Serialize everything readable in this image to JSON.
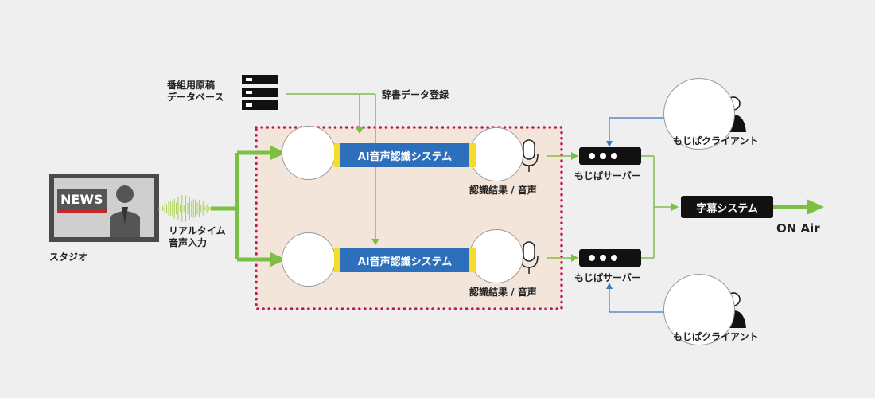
{
  "labels": {
    "database": [
      "番組用原稿",
      "データベース"
    ],
    "dictionary": "辞書データ登録",
    "studio": "スタジオ",
    "realtime": [
      "リアルタイム",
      "音声入力"
    ],
    "news": "NEWS",
    "ai_system": "AI音声認識システム",
    "result": "認識結果 / 音声",
    "server": "もじぱサーバー",
    "client": "もじぱクライアント",
    "jimaku": "字幕システム",
    "onair": "ON Air"
  },
  "colors": {
    "green": "#7cc043",
    "blue": "#3a78c2",
    "magenta": "#c2185b",
    "system_blue": "#2e6fbb",
    "yellow": "#f4dd2a",
    "panel": "#f3e5da"
  }
}
